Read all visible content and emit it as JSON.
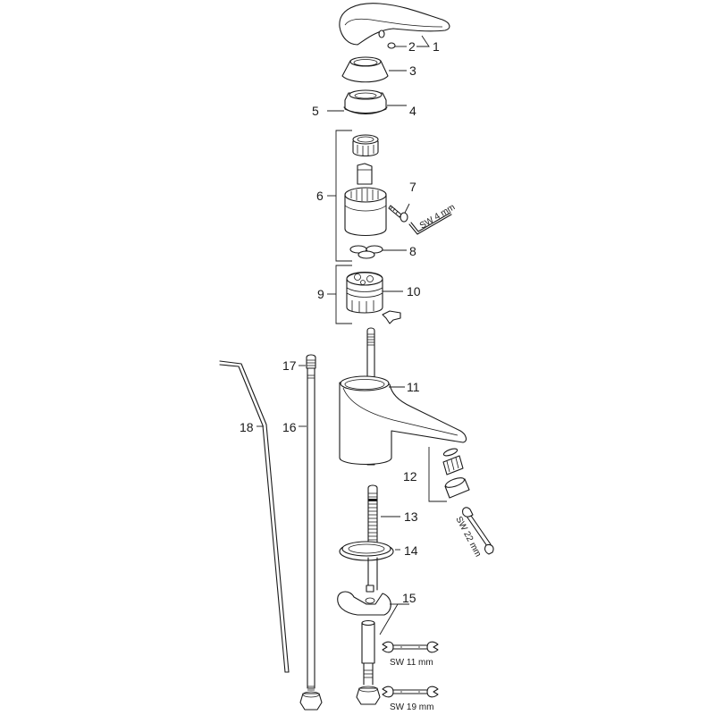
{
  "diagram": {
    "type": "exploded-parts-view",
    "subject": "single-lever basin mixer faucet",
    "parts": [
      {
        "id": "1",
        "label": "1",
        "description": "lever handle"
      },
      {
        "id": "2",
        "label": "2",
        "description": "set screw"
      },
      {
        "id": "3",
        "label": "3",
        "description": "cover cap"
      },
      {
        "id": "4",
        "label": "4",
        "description": "threaded nut"
      },
      {
        "id": "5",
        "label": "5",
        "description": "seal ring"
      },
      {
        "id": "6",
        "label": "6",
        "description": "cartridge assembly"
      },
      {
        "id": "7",
        "label": "7",
        "description": "screw"
      },
      {
        "id": "8",
        "label": "8",
        "description": "o-ring set"
      },
      {
        "id": "9",
        "label": "9",
        "description": "lower cartridge assembly"
      },
      {
        "id": "10",
        "label": "10",
        "description": "valve insert"
      },
      {
        "id": "11",
        "label": "11",
        "description": "faucet body"
      },
      {
        "id": "12",
        "label": "12",
        "description": "aerator set"
      },
      {
        "id": "13",
        "label": "13",
        "description": "threaded rod"
      },
      {
        "id": "14",
        "label": "14",
        "description": "base gasket"
      },
      {
        "id": "15",
        "label": "15",
        "description": "mounting set"
      },
      {
        "id": "16",
        "label": "16",
        "description": "connection hose"
      },
      {
        "id": "17",
        "label": "17",
        "description": "hose fitting"
      },
      {
        "id": "18",
        "label": "18",
        "description": "drain pull rod"
      }
    ],
    "tools": [
      {
        "id": "sw4",
        "label": "SW 4 mm",
        "type": "hex key"
      },
      {
        "id": "sw22",
        "label": "SW 22 mm",
        "type": "open-end wrench"
      },
      {
        "id": "sw11",
        "label": "SW 11 mm",
        "type": "open-end wrench"
      },
      {
        "id": "sw19",
        "label": "SW 19 mm",
        "type": "open-end wrench"
      }
    ]
  }
}
